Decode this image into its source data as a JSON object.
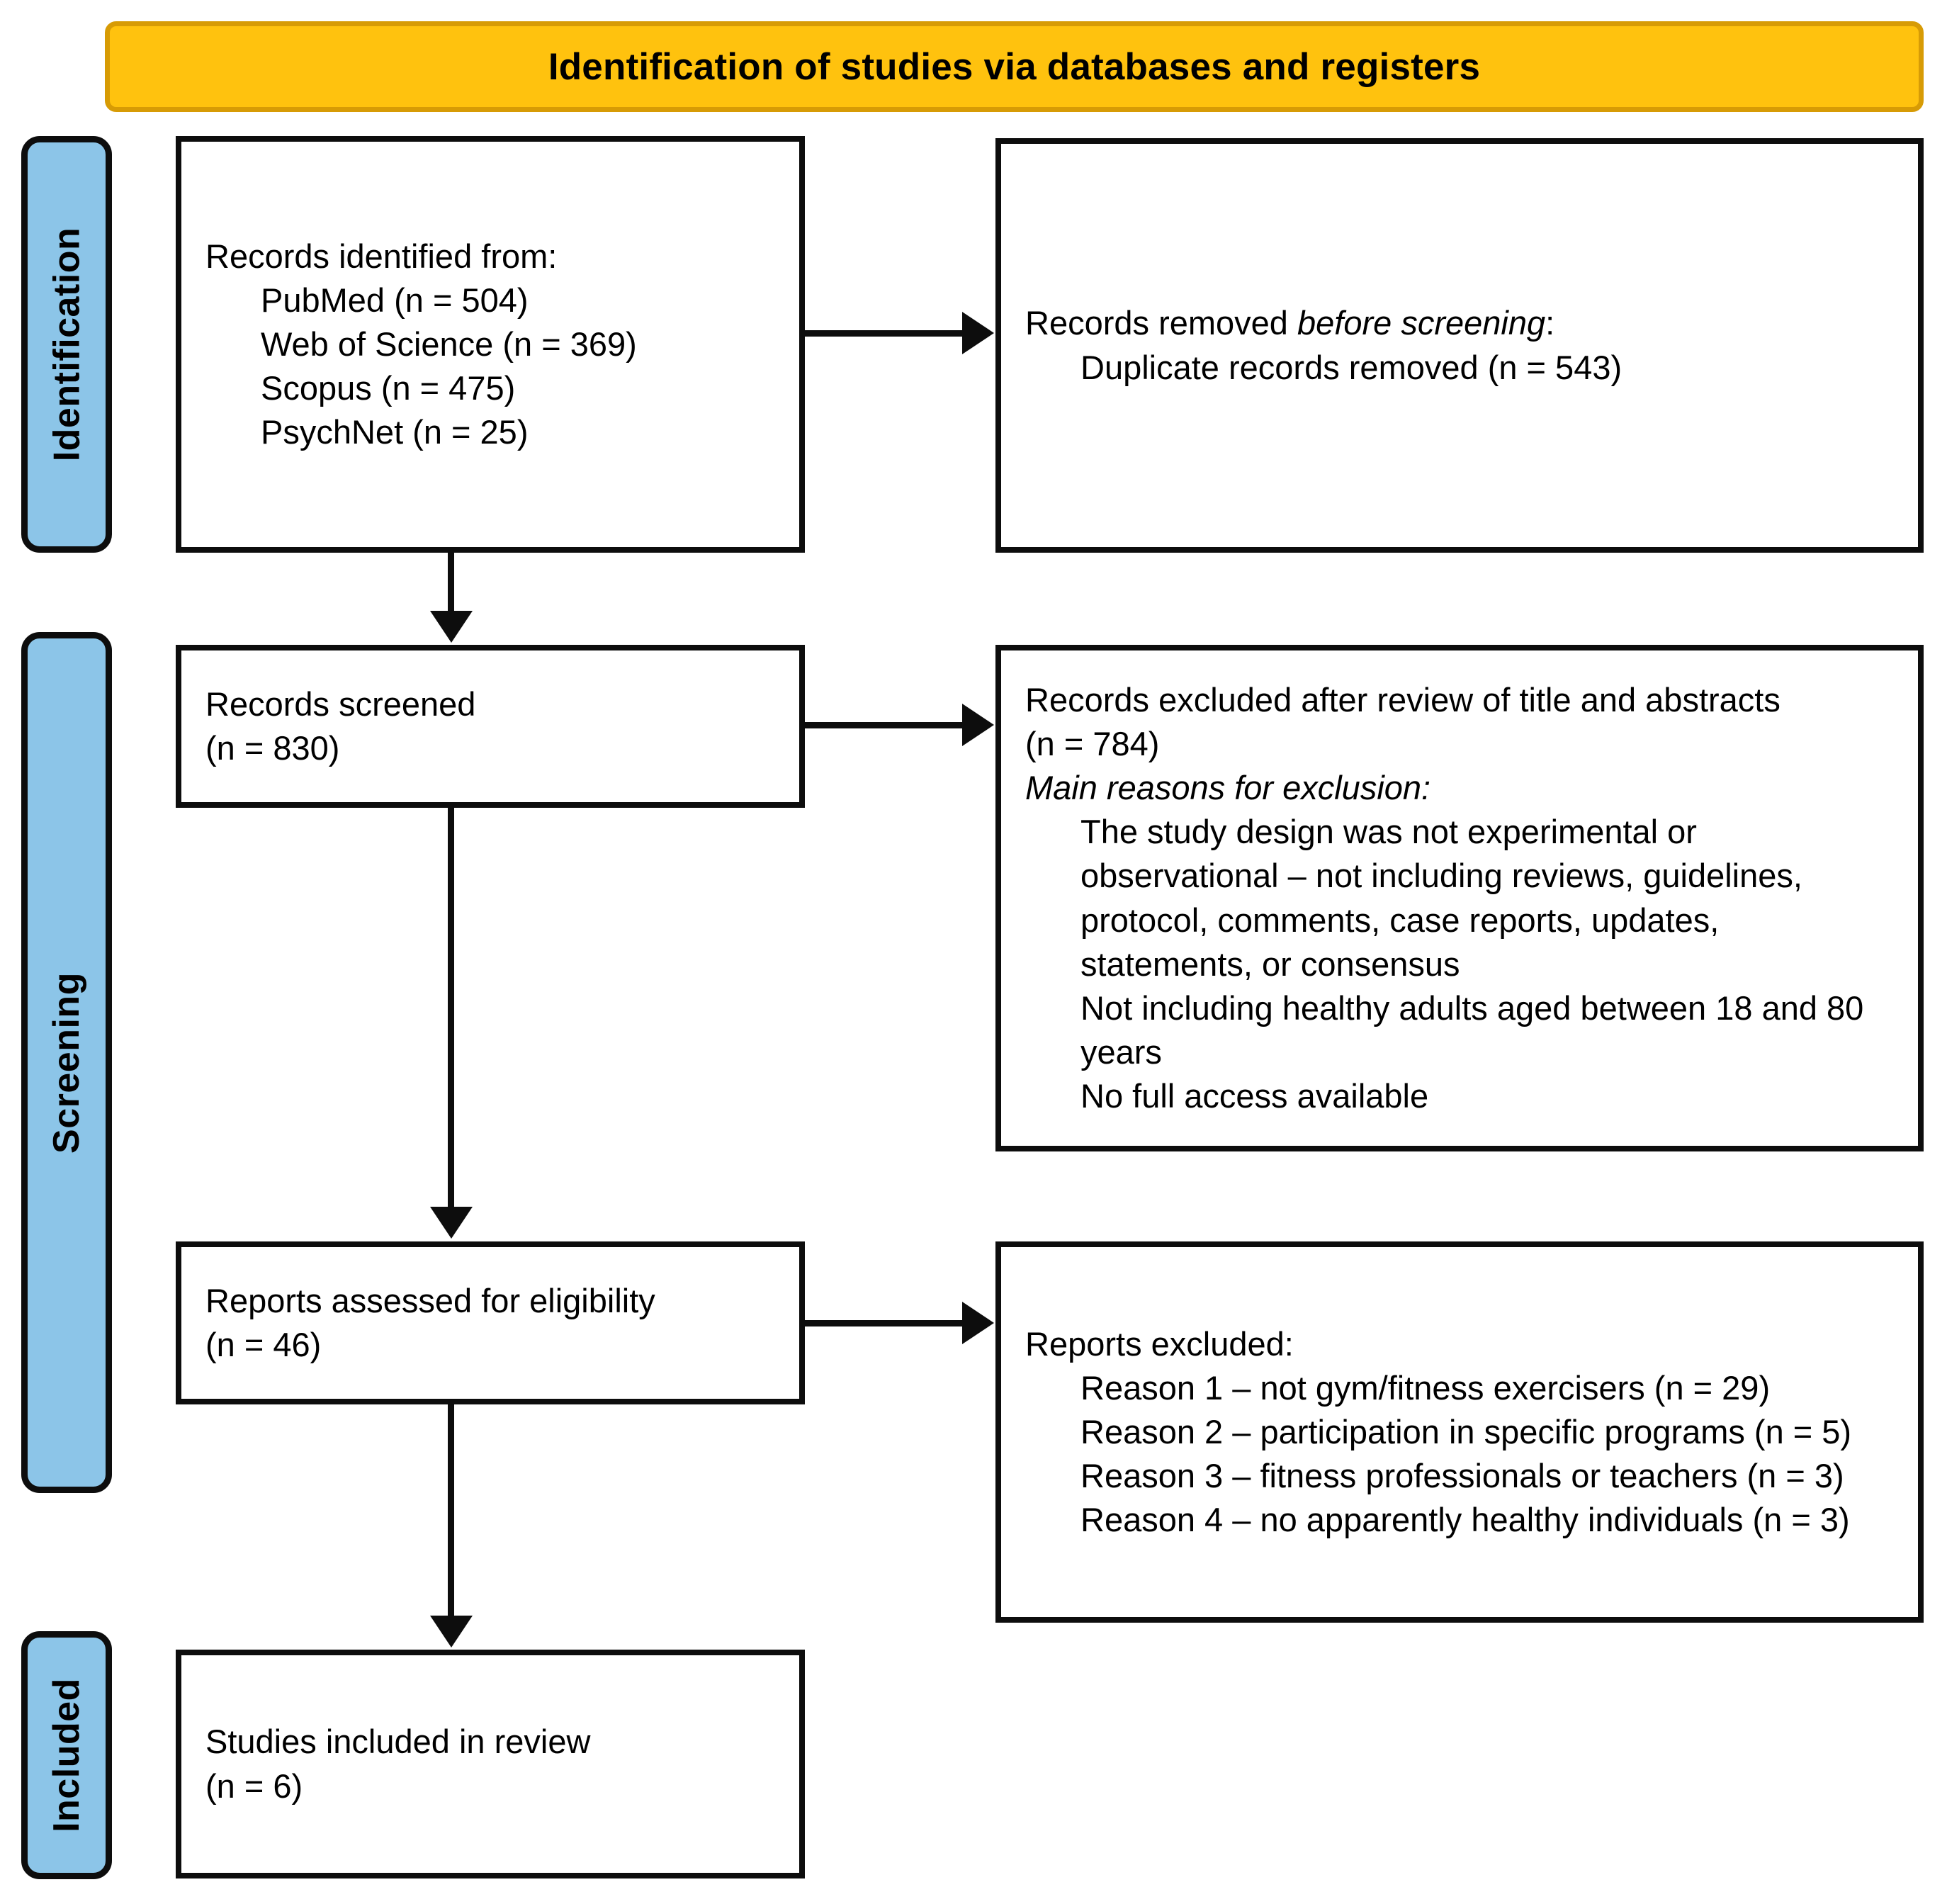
{
  "banner": {
    "title": "Identification of studies via databases and registers",
    "bg_color": "#FFC20E",
    "border_color": "#D79B05"
  },
  "stages": {
    "color": "#8CC5E8",
    "identification": "Identification",
    "screening": "Screening",
    "included": "Included"
  },
  "boxes": {
    "identified": {
      "heading": "Records identified from:",
      "sources": [
        "PubMed (n = 504)",
        "Web of Science (n = 369)",
        "Scopus (n = 475)",
        "PsychNet (n = 25)"
      ]
    },
    "removed": {
      "heading_lead": "Records removed ",
      "heading_italic": "before screening",
      "heading_tail": ":",
      "items": [
        "Duplicate records removed (n = 543)"
      ]
    },
    "screened": {
      "label": "Records screened",
      "count": "(n = 830)"
    },
    "excluded_screening": {
      "heading": "Records excluded after review of title and abstracts",
      "count": "(n = 784)",
      "subheading_italic": "Main reasons for exclusion:",
      "reasons": [
        "The study design was not experimental or observational – not including reviews, guidelines, protocol, comments, case reports, updates, statements, or consensus",
        "Not including healthy adults aged between 18 and 80 years",
        "No full access available"
      ]
    },
    "assessed": {
      "label": "Reports assessed for eligibility",
      "count": "(n = 46)"
    },
    "excluded_reports": {
      "heading": "Reports excluded:",
      "reasons": [
        "Reason 1 – not gym/fitness exercisers (n = 29)",
        "Reason 2 – participation in specific programs (n = 5)",
        "Reason 3 – fitness professionals or teachers (n = 3)",
        "Reason 4 – no apparently healthy individuals (n = 3)"
      ]
    },
    "included": {
      "label": "Studies included in review",
      "count": "(n = 6)"
    }
  }
}
